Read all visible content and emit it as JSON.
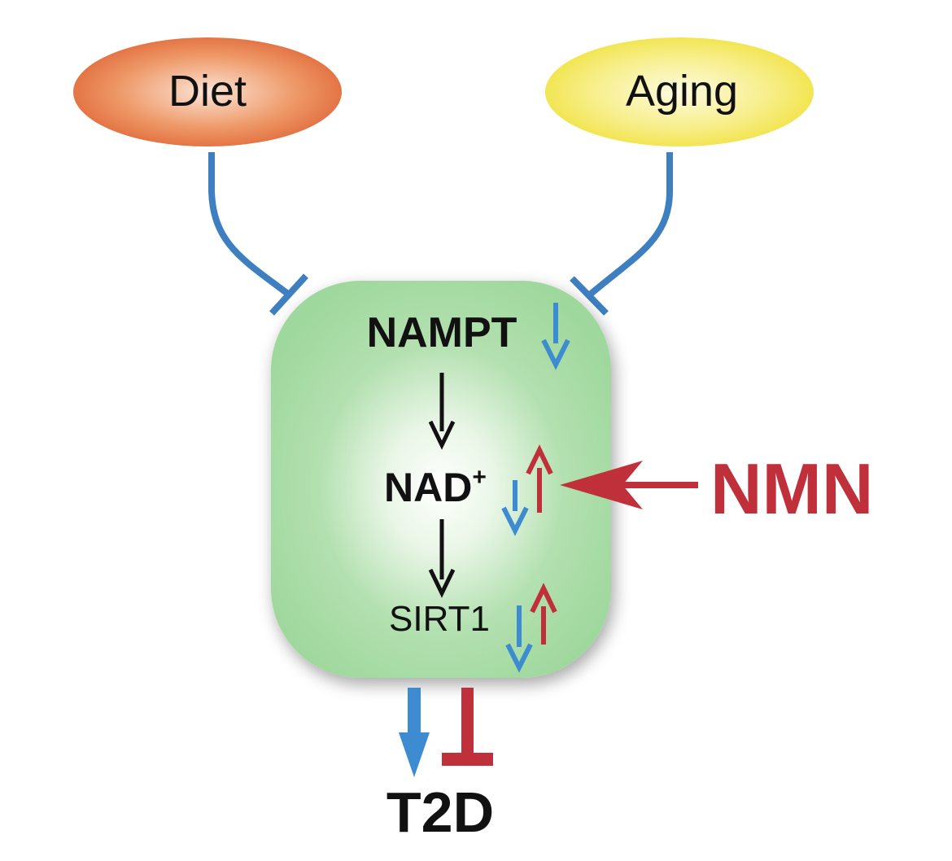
{
  "nodes": {
    "diet": "Diet",
    "aging": "Aging",
    "nampt": "NAMPT",
    "nad": "NAD",
    "nad_superscript": "+",
    "sirt1": "SIRT1",
    "nmn": "NMN",
    "t2d": "T2D"
  },
  "colors": {
    "diet_fill": "#e3683a",
    "aging_fill": "#f2e43a",
    "box_fill": "#a5dca3",
    "inhibit_blue": "#3d7fc0",
    "decrease_blue": "#3d8bd0",
    "increase_red": "#c0303a",
    "text_black": "#111111"
  }
}
